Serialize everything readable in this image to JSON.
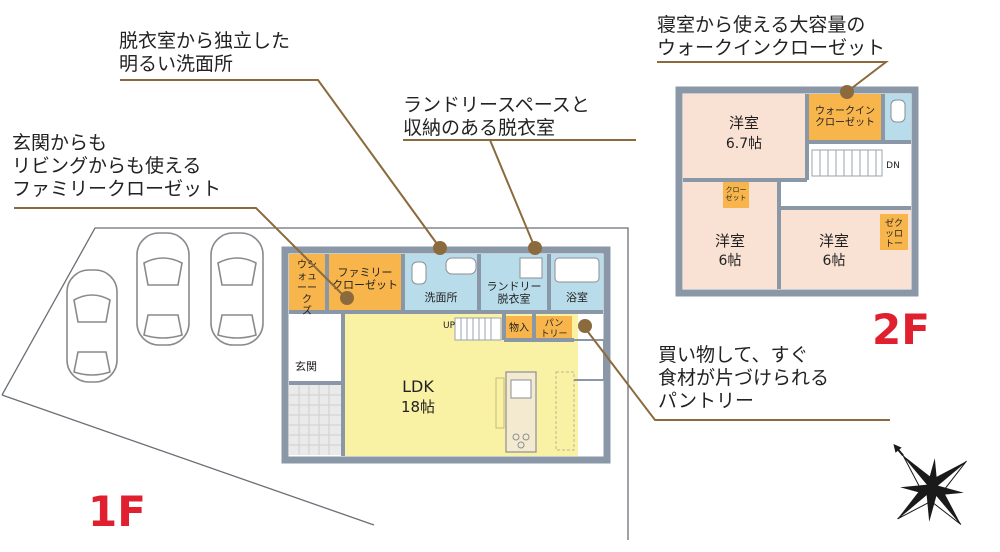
{
  "floors": {
    "first": {
      "label": "1F",
      "rooms": {
        "walkin_shoes": "ウシ\nォュ\nーー\nク\nズ",
        "family_closet": "ファミリー\nクローゼット",
        "washroom": "洗面所",
        "laundry_dressing": "ランドリー\n脱衣室",
        "bath": "浴室",
        "entrance": "玄関",
        "ldk": "LDK",
        "ldk_size": "18帖",
        "storage": "物入",
        "pantry": "パン\nトリー",
        "stair_up": "UP"
      }
    },
    "second": {
      "label": "2F",
      "rooms": {
        "room_a": "洋室",
        "room_a_size": "6.7帖",
        "room_b": "洋室",
        "room_b_size": "6帖",
        "room_c": "洋室",
        "room_c_size": "6帖",
        "walkin_closet": "ウォークイン\nクローゼット",
        "closet_small": "クロー\nゼット",
        "closet_side": "ゼク\nッロ\nトー",
        "stair_down": "DN"
      }
    }
  },
  "callouts": {
    "washroom": "脱衣室から独立した\n明るい洗面所",
    "laundry": "ランドリースペースと\n収納のある脱衣室",
    "family_closet": "玄関からも\nリビングからも使える\nファミリークローゼット",
    "walkin": "寝室から使える大容量の\nウォークインクローゼット",
    "pantry": "買い物して、すぐ\n食材が片づけられる\nパントリー"
  },
  "colors": {
    "wall": "#8a97a6",
    "yellow": "#f9f2a5",
    "orange": "#f7b54c",
    "blue": "#b9dcea",
    "pink": "#f9e1d4",
    "floor_label": "#e0202e",
    "leader": "#8b6a3e"
  },
  "icons": [
    "parked-car-icon",
    "compass-rose-icon"
  ]
}
